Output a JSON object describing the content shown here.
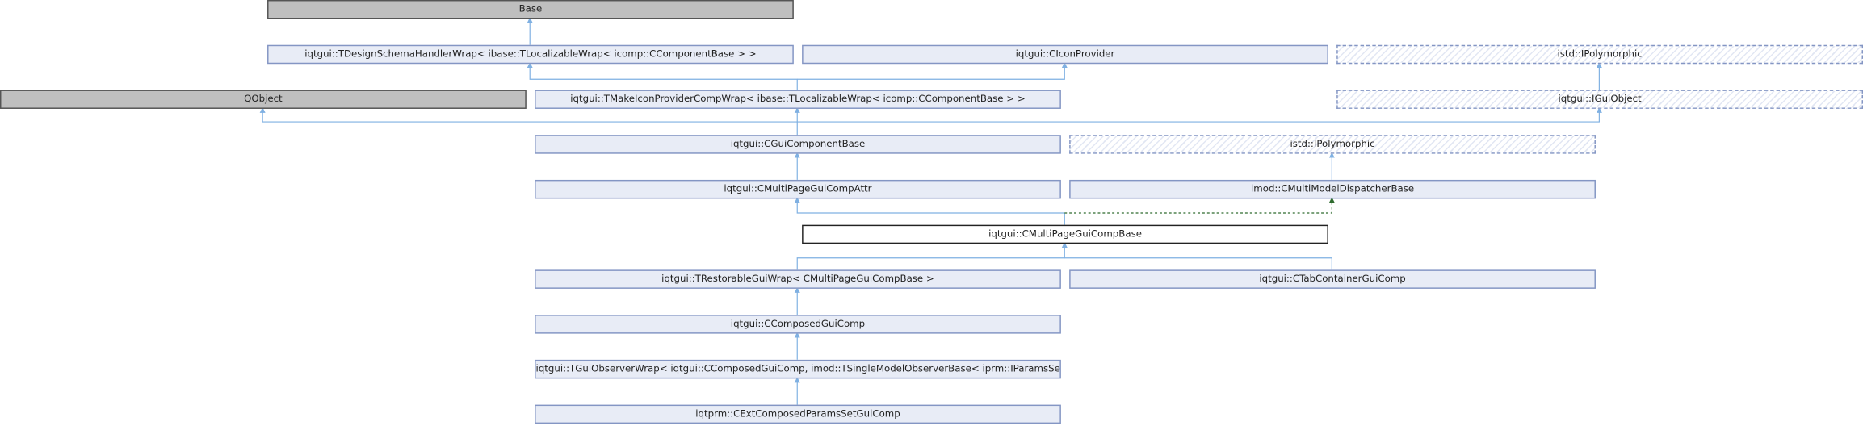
{
  "colors": {
    "edge": "#7fb0e2",
    "edge_dark": "#2e6b2e",
    "node_fill": "#e8ecf6",
    "node_border": "#8496c4",
    "external_fill": "#bfbfbf"
  },
  "nodes": {
    "base": "Base",
    "tdesign": "iqtgui::TDesignSchemaHandlerWrap< ibase::TLocalizableWrap< icomp::CComponentBase > >",
    "iconprovider": "iqtgui::CIconProvider",
    "ipolymorphic_top": "istd::IPolymorphic",
    "qobject": "QObject",
    "tmakeicon": "iqtgui::TMakeIconProviderCompWrap< ibase::TLocalizableWrap< icomp::CComponentBase > >",
    "iguiobject": "iqtgui::IGuiObject",
    "cguicomponentbase": "iqtgui::CGuiComponentBase",
    "ipolymorphic_mid": "istd::IPolymorphic",
    "cmultipageattr": "iqtgui::CMultiPageGuiCompAttr",
    "cmultimodel": "imod::CMultiModelDispatcherBase",
    "cmultipagebase": "iqtgui::CMultiPageGuiCompBase",
    "trestorable": "iqtgui::TRestorableGuiWrap< CMultiPageGuiCompBase >",
    "ctabcontainer": "iqtgui::CTabContainerGuiComp",
    "ccomposed": "iqtgui::CComposedGuiComp",
    "tguiobserver": "iqtgui::TGuiObserverWrap< iqtgui::CComposedGuiComp, imod::TSingleModelObserverBase< iprm::IParamsSet > >",
    "cextcomposed": "iqtprm::CExtComposedParamsSetGuiComp"
  }
}
